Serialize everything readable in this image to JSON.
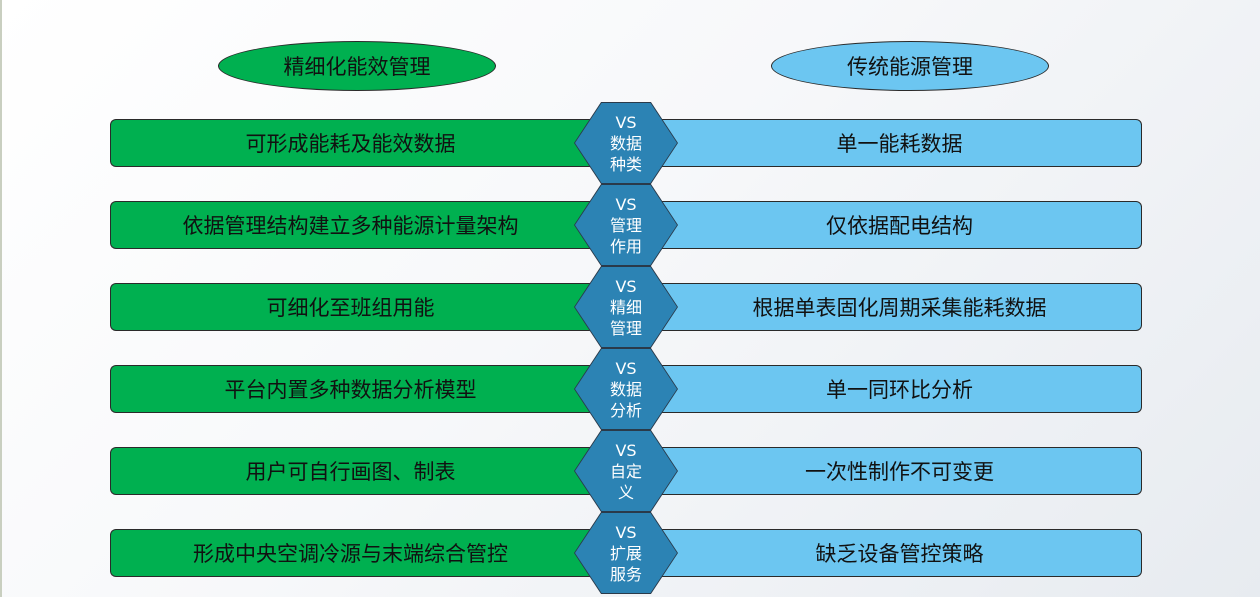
{
  "headers": {
    "left": "精细化能效管理",
    "right": "传统能源管理"
  },
  "rows": [
    {
      "left": "可形成能耗及能效数据",
      "right": "单一能耗数据",
      "vs": "VS",
      "label1": "数据",
      "label2": "种类"
    },
    {
      "left": "依据管理结构建立多种能源计量架构",
      "right": "仅依据配电结构",
      "vs": "VS",
      "label1": "管理",
      "label2": "作用"
    },
    {
      "left": "可细化至班组用能",
      "right": "根据单表固化周期采集能耗数据",
      "vs": "VS",
      "label1": "精细",
      "label2": "管理"
    },
    {
      "left": "平台内置多种数据分析模型",
      "right": "单一同环比分析",
      "vs": "VS",
      "label1": "数据",
      "label2": "分析"
    },
    {
      "left": "用户可自行画图、制表",
      "right": "一次性制作不可变更",
      "vs": "VS",
      "label1": "自定",
      "label2": "义"
    },
    {
      "left": "形成中央空调冷源与末端综合管控",
      "right": "缺乏设备管控策略",
      "vs": "VS",
      "label1": "扩展",
      "label2": "服务"
    }
  ],
  "colors": {
    "left_fill": "#00b050",
    "right_fill": "#6cc6f1",
    "vs_fill": "#2c83b4"
  }
}
